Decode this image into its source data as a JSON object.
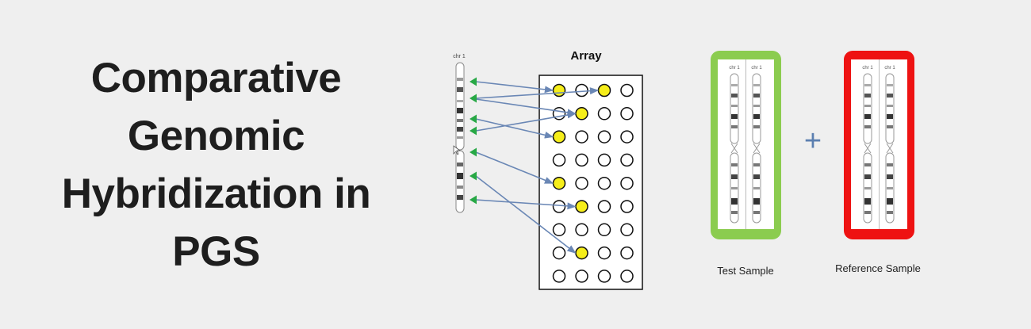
{
  "title": {
    "lines": [
      "Comparative",
      "Genomic",
      "Hybridization in",
      "PGS"
    ]
  },
  "array": {
    "label": "Array",
    "rows": 9,
    "cols": 4,
    "highlighted": [
      [
        0,
        0
      ],
      [
        0,
        2
      ],
      [
        1,
        1
      ],
      [
        2,
        0
      ],
      [
        4,
        0
      ],
      [
        5,
        1
      ],
      [
        7,
        1
      ]
    ],
    "hit_color": "#f6ee1a",
    "arrow_color": "#6a87b5",
    "marker_color": "#27a845"
  },
  "chromosome": {
    "label": "chr 1"
  },
  "samples": {
    "test": {
      "label": "Test Sample",
      "color": "#8bcc4f",
      "chr_labels": [
        "chr 1",
        "chr 1"
      ]
    },
    "plus": "+",
    "reference": {
      "label": "Reference Sample",
      "color": "#ee1212",
      "chr_labels": [
        "chr 1",
        "chr 1"
      ]
    }
  }
}
